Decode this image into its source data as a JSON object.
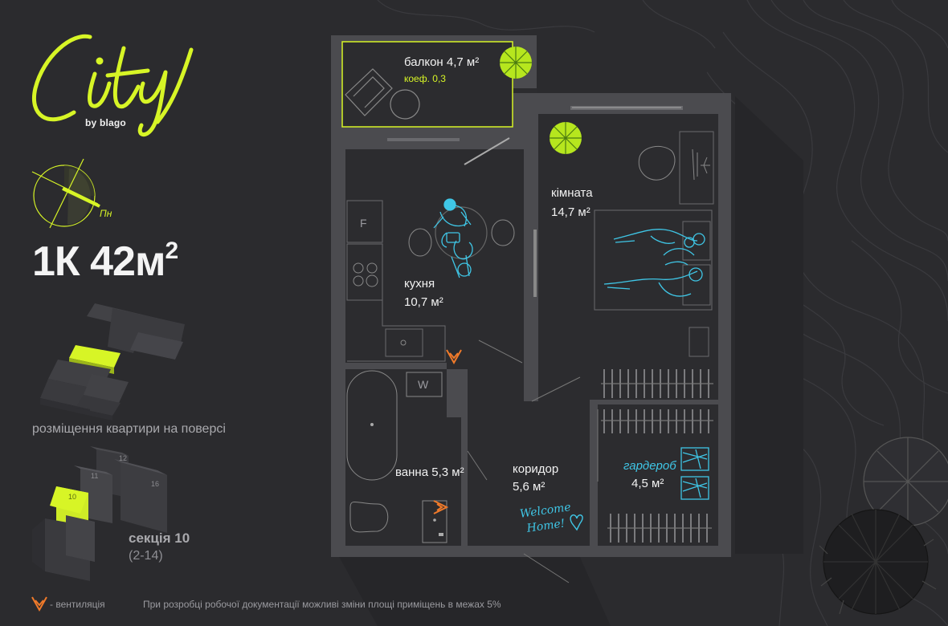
{
  "brand": {
    "logo_text": "City",
    "sub": "by blago"
  },
  "compass": {
    "label": "Пн"
  },
  "apartment": {
    "type": "1К",
    "area": "42м",
    "area_sup": "2"
  },
  "floor_caption": "розміщення квартири на поверсі",
  "section": {
    "title": "секція 10",
    "range": "(2-14)",
    "buildings": [
      "10",
      "11",
      "12",
      "16"
    ]
  },
  "rooms": {
    "balcony": {
      "name": "балкон",
      "area": "4,7",
      "unit": "м²",
      "coef": "коеф. 0,3"
    },
    "kitchen": {
      "name": "кухня",
      "area": "10,7",
      "unit": "м²"
    },
    "room": {
      "name": "кімната",
      "area": "14,7",
      "unit": "м²"
    },
    "bath": {
      "name": "ванна",
      "area": "5,3",
      "unit": "м²"
    },
    "corridor": {
      "name": "коридор",
      "area": "5,6",
      "unit": "м²"
    },
    "wardrobe": {
      "name": "гардероб",
      "area": "4,5",
      "unit": "м²"
    }
  },
  "appliances": {
    "fridge": "F",
    "washer": "W"
  },
  "welcome": {
    "line1": "Welcome",
    "line2": "Home!"
  },
  "legend": {
    "vent": "- вентиляція"
  },
  "disclaimer": "При розробці робочої документації можливі зміни площі приміщень в межах 5%",
  "colors": {
    "accent": "#d7f526",
    "furniture": "#3fc6e6",
    "vent": "#f07a2a",
    "background": "#2b2b2e",
    "wall": "#4b4b4f"
  }
}
